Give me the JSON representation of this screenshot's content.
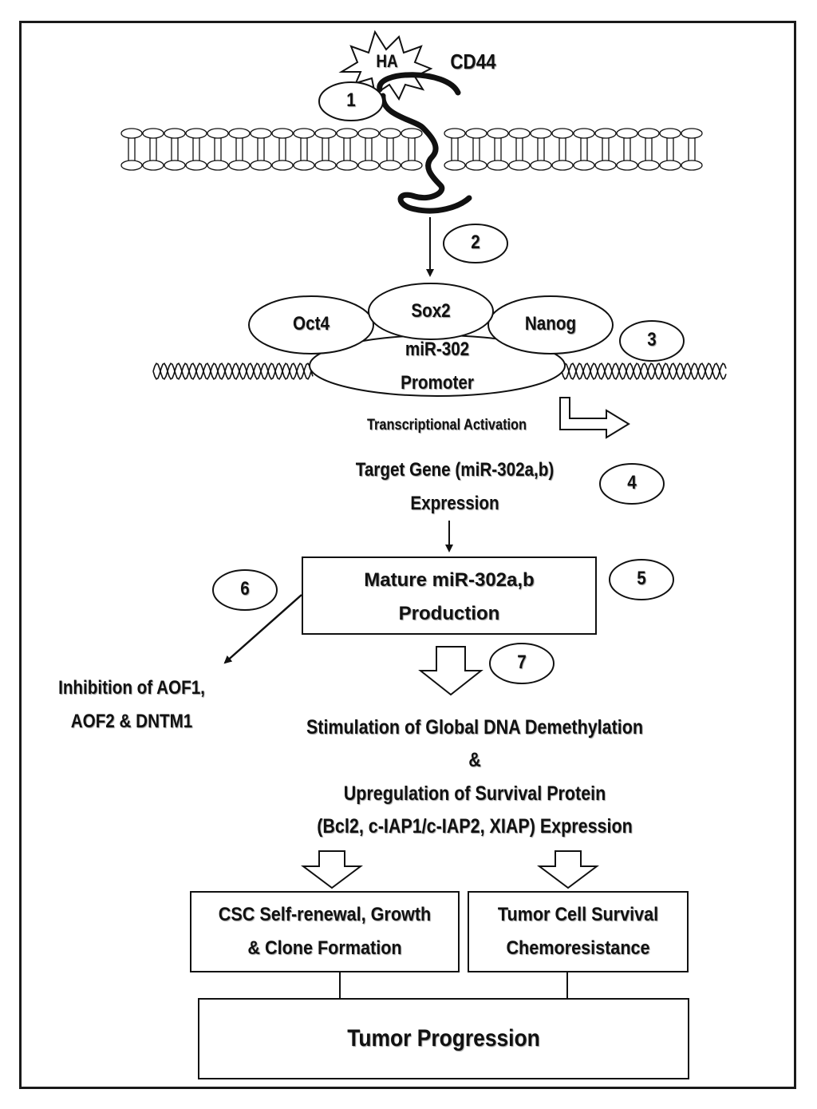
{
  "ligand": {
    "label": "HA"
  },
  "receptor": {
    "label": "CD44"
  },
  "steps": [
    "1",
    "2",
    "3",
    "4",
    "5",
    "6",
    "7"
  ],
  "factors": {
    "oct4": "Oct4",
    "sox2": "Sox2",
    "nanog": "Nanog"
  },
  "promoter": {
    "line1": "miR-302",
    "line2": "Promoter"
  },
  "transcription": {
    "label": "Transcriptional Activation"
  },
  "target_gene": {
    "line1": "Target Gene (miR-302a,b)",
    "line2": "Expression"
  },
  "mature": {
    "line1": "Mature miR-302a,b",
    "line2": "Production"
  },
  "inhibition": {
    "line1": "Inhibition of AOF1,",
    "line2": "AOF2 & DNTM1"
  },
  "stimulation": {
    "line1": "Stimulation of Global DNA Demethylation",
    "line2": "&",
    "line3": "Upregulation of Survival Protein",
    "line4": "(Bcl2, c-IAP1/c-IAP2, XIAP) Expression"
  },
  "csc": {
    "line1": "CSC Self-renewal, Growth",
    "line2": "& Clone Formation"
  },
  "survival": {
    "line1": "Tumor Cell Survival",
    "line2": "Chemoresistance"
  },
  "progression": {
    "label": "Tumor Progression"
  }
}
